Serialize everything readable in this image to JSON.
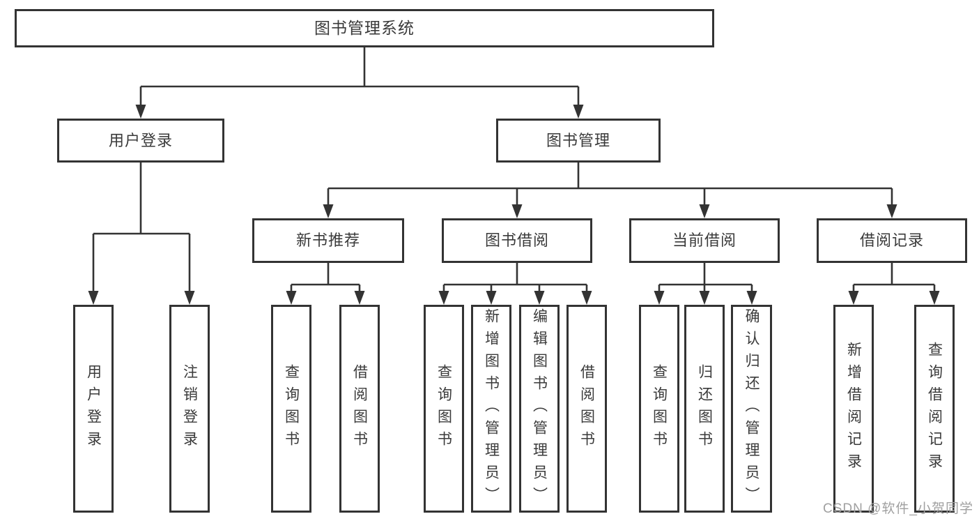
{
  "diagram": {
    "root": "图书管理系统",
    "level2": {
      "user_login": "用户登录",
      "book_management": "图书管理"
    },
    "level3": {
      "new_book_recommend": "新书推荐",
      "book_borrow": "图书借阅",
      "current_borrow": "当前借阅",
      "borrow_records": "借阅记录"
    },
    "leaves": {
      "user_login": "用户登录",
      "logout": "注销登录",
      "nb_query_books": "查询图书",
      "nb_borrow_books": "借阅图书",
      "bb_query_books": "查询图书",
      "bb_add_books_admin": "新增图书（管理员）",
      "bb_edit_books_admin": "编辑图书（管理员）",
      "bb_borrow_books": "借阅图书",
      "cb_query_books": "查询图书",
      "cb_return_books": "归还图书",
      "cb_confirm_return_admin": "确认归还（管理员）",
      "br_add_record": "新增借阅记录",
      "br_query_record": "查询借阅记录"
    },
    "watermark": "CSDN @软件_小贺同学",
    "colors": {
      "line": "#333333",
      "text": "#3a3a3a",
      "watermark": "#a0a0a0",
      "background": "#ffffff"
    }
  }
}
